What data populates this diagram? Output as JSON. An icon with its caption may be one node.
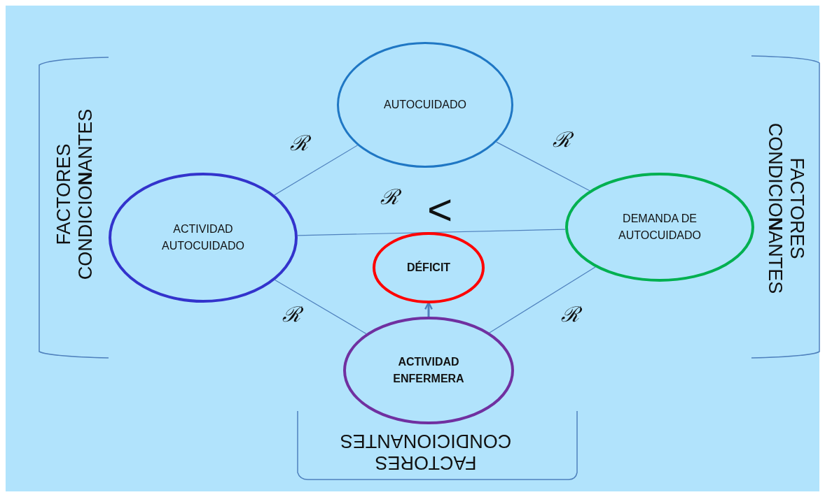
{
  "diagram": {
    "nodes": [
      {
        "text": [
          "AUTOCUIDADO"
        ]
      },
      {
        "text": [
          "ACTIVIDAD AUTOCUIDADO"
        ]
      },
      {
        "text": [
          "DEMANDA DE AUTOCUIDADO"
        ]
      },
      {
        "text": [
          "DÉFICIT"
        ]
      },
      {
        "text": [
          "ACTIVIDAD ENFERMERA"
        ]
      }
    ],
    "edges": [
      {
        "from": 0,
        "to": 1,
        "arrow": "none",
        "label": "ℛ"
      },
      {
        "from": 0,
        "to": 2,
        "arrow": "none",
        "label": "ℛ"
      },
      {
        "from": 1,
        "to": 2,
        "arrow": "none",
        "label": "ℛ"
      },
      {
        "from": 1,
        "to": 4,
        "arrow": "none",
        "label": "ℛ"
      },
      {
        "from": 2,
        "to": 4,
        "arrow": "none",
        "label": "ℛ"
      },
      {
        "from": 4,
        "to": 3,
        "arrow": "to",
        "style": "thick",
        "color": "#4f81bd"
      }
    ],
    "labels": [
      "FACTORES CONDICIO**N**ANTES",
      "<",
      "FACTORES CONDICIO**N**ANTES",
      "FACTORES CONDICIONANTES"
    ]
  }
}
